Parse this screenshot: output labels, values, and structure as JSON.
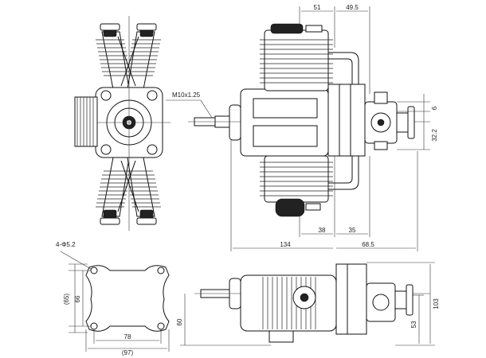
{
  "labels": {
    "thread": "M10x1.25",
    "holes": "4-Φ5.2"
  },
  "dimensions": {
    "top_left_51": "51",
    "top_right_49_5": "49.5",
    "right_6": "6",
    "right_32_2": "32.2",
    "bottom_38": "38",
    "bottom_35": "35",
    "overall_134": "134",
    "overall_68_5": "68.5",
    "mount_65": "(65)",
    "mount_66": "66",
    "mount_78": "78",
    "mount_97": "(97)",
    "side_60": "60",
    "side_103": "103",
    "side_53": "53"
  },
  "colors": {
    "line": "#111111",
    "background": "#ffffff"
  }
}
